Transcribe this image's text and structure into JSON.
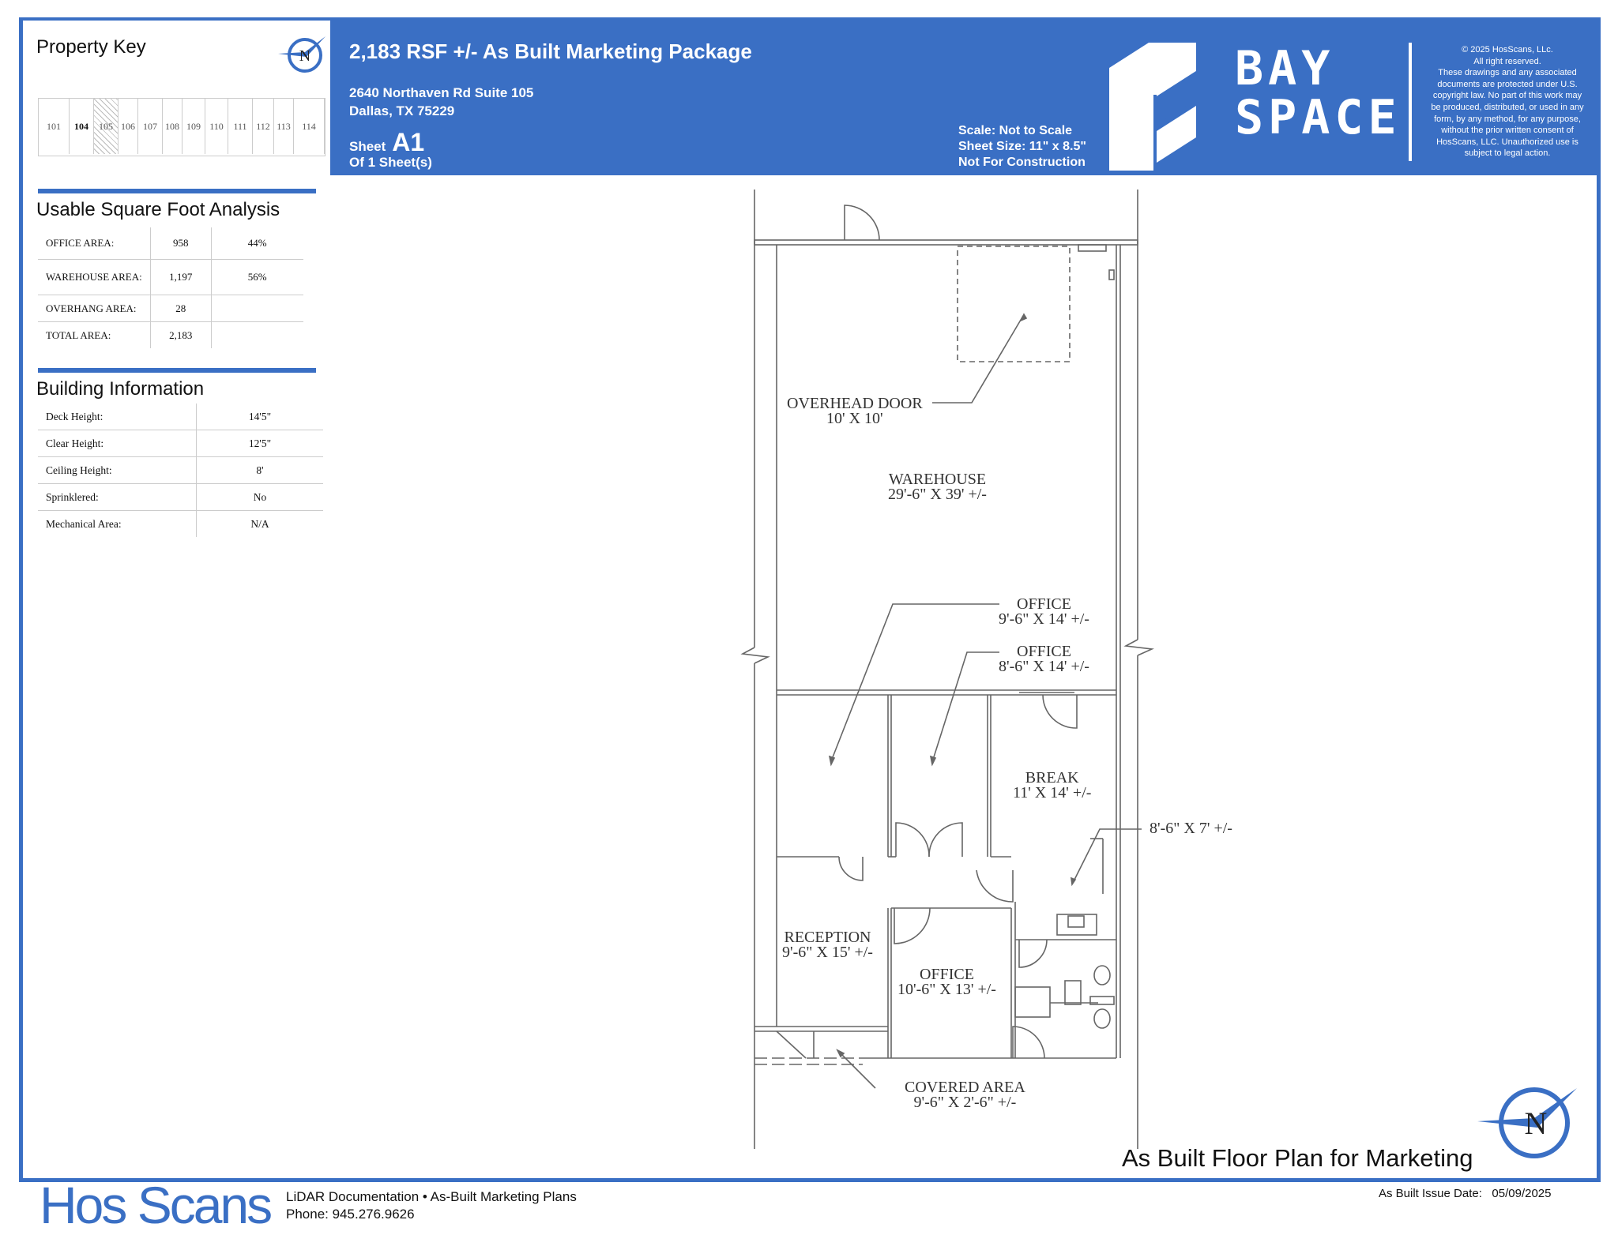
{
  "header": {
    "title": "2,183 RSF +/- As Built Marketing Package",
    "address_line1": "2640 Northaven Rd Suite 105",
    "address_line2": "Dallas, TX 75229",
    "sheet_label": "Sheet",
    "sheet_number": "A1",
    "sheet_of": "Of 1 Sheet(s)",
    "scale": "Scale: Not to Scale",
    "sheet_size": "Sheet Size: 11\" x 8.5\"",
    "construction": "Not For Construction",
    "logo_line1": "BAY",
    "logo_line2": "SPACE",
    "copyright_lines": [
      "© 2025 HosScans, LLc.",
      "All right reserved.",
      "These drawings and any associated",
      "documents are protected under U.S.",
      "copyright law. No part of this work may",
      "be produced, distributed, or used in any",
      "form, by any method, for any purpose,",
      "without the prior written consent of",
      "HosScans, LLC. Unauthorized use is",
      "subject to legal action."
    ]
  },
  "property_key": {
    "title": "Property Key",
    "compass_letter": "N",
    "units": [
      {
        "label": "101",
        "highlight": "none"
      },
      {
        "label": "104",
        "highlight": "bold"
      },
      {
        "label": "105",
        "highlight": "hatch"
      },
      {
        "label": "106",
        "highlight": "none"
      },
      {
        "label": "107",
        "highlight": "none"
      },
      {
        "label": "108",
        "highlight": "none"
      },
      {
        "label": "109",
        "highlight": "none"
      },
      {
        "label": "110",
        "highlight": "none"
      },
      {
        "label": "111",
        "highlight": "none"
      },
      {
        "label": "112",
        "highlight": "none"
      },
      {
        "label": "113",
        "highlight": "none"
      },
      {
        "label": "114",
        "highlight": "none"
      }
    ]
  },
  "usable_sf": {
    "title": "Usable Square Foot Analysis",
    "rows": [
      {
        "label": "OFFICE AREA:",
        "value": "958",
        "pct": "44%"
      },
      {
        "label": "WAREHOUSE AREA:",
        "value": "1,197",
        "pct": "56%"
      },
      {
        "label": "OVERHANG AREA:",
        "value": "28",
        "pct": ""
      },
      {
        "label": "TOTAL AREA:",
        "value": "2,183",
        "pct": ""
      }
    ]
  },
  "building_info": {
    "title": "Building Information",
    "rows": [
      {
        "label": "Deck Height:",
        "value": "14'5\""
      },
      {
        "label": "Clear Height:",
        "value": "12'5\""
      },
      {
        "label": "Ceiling Height:",
        "value": "8'"
      },
      {
        "label": "Sprinklered:",
        "value": "No"
      },
      {
        "label": "Mechanical Area:",
        "value": "N/A"
      }
    ]
  },
  "floor_plan": {
    "overhead_door": {
      "name": "OVERHEAD DOOR",
      "dims": "10' X 10'"
    },
    "warehouse": {
      "name": "WAREHOUSE",
      "dims": "29'-6\" X 39' +/-"
    },
    "office1": {
      "name": "OFFICE",
      "dims": "9'-6\" X 14' +/-"
    },
    "office2": {
      "name": "OFFICE",
      "dims": "8'-6\" X 14' +/-"
    },
    "break": {
      "name": "BREAK",
      "dims": "11' X 14' +/-"
    },
    "restroom": {
      "dims": "8'-6\" X 7' +/-"
    },
    "reception": {
      "name": "RECEPTION",
      "dims": "9'-6\" X 15' +/-"
    },
    "office3": {
      "name": "OFFICE",
      "dims": "10'-6\" X 13' +/-"
    },
    "covered": {
      "name": "COVERED AREA",
      "dims": "9'-6\" X 2'-6\" +/-"
    },
    "compass_letter": "N"
  },
  "footer": {
    "plan_title": "As Built Floor Plan for Marketing",
    "brand": "Hos Scans",
    "tagline": "LiDAR Documentation • As-Built Marketing Plans",
    "phone": "Phone: 945.276.9626",
    "issue_date_label": "As Built Issue Date:",
    "issue_date": "05/09/2025"
  },
  "colors": {
    "accent": "#3a6fc4",
    "hatch": "#bbbbbb"
  }
}
